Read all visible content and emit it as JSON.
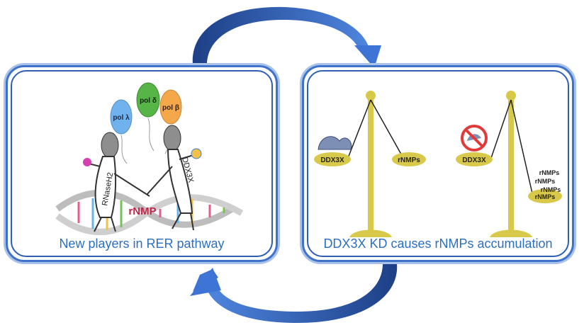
{
  "left_panel": {
    "caption": "New players in RER pathway",
    "balloons": [
      "pol λ",
      "pol δ",
      "pol β"
    ],
    "balloon_colors": [
      "#6fb2ee",
      "#56b546",
      "#f5a84a"
    ],
    "left_fencer_label": "RNaseH2",
    "right_fencer_label": "DDX3X",
    "target_label": "rNMP"
  },
  "right_panel": {
    "caption": "DDX3X KD causes rNMPs accumulation",
    "scale_left": {
      "left_pan": "DDX3X",
      "right_pan": "rNMPs"
    },
    "scale_right": {
      "left_pan": "DDX3X",
      "right_pan_stack": [
        "rNMPs",
        "rNMPs",
        "rNMPs",
        "rNMPs"
      ]
    }
  },
  "colors": {
    "panel_border": "#3f72c9",
    "caption": "#2b6fc0",
    "arrow": "#2f5fb0",
    "scale": "#d8c94a",
    "rnmp_text": "#c0264a"
  }
}
